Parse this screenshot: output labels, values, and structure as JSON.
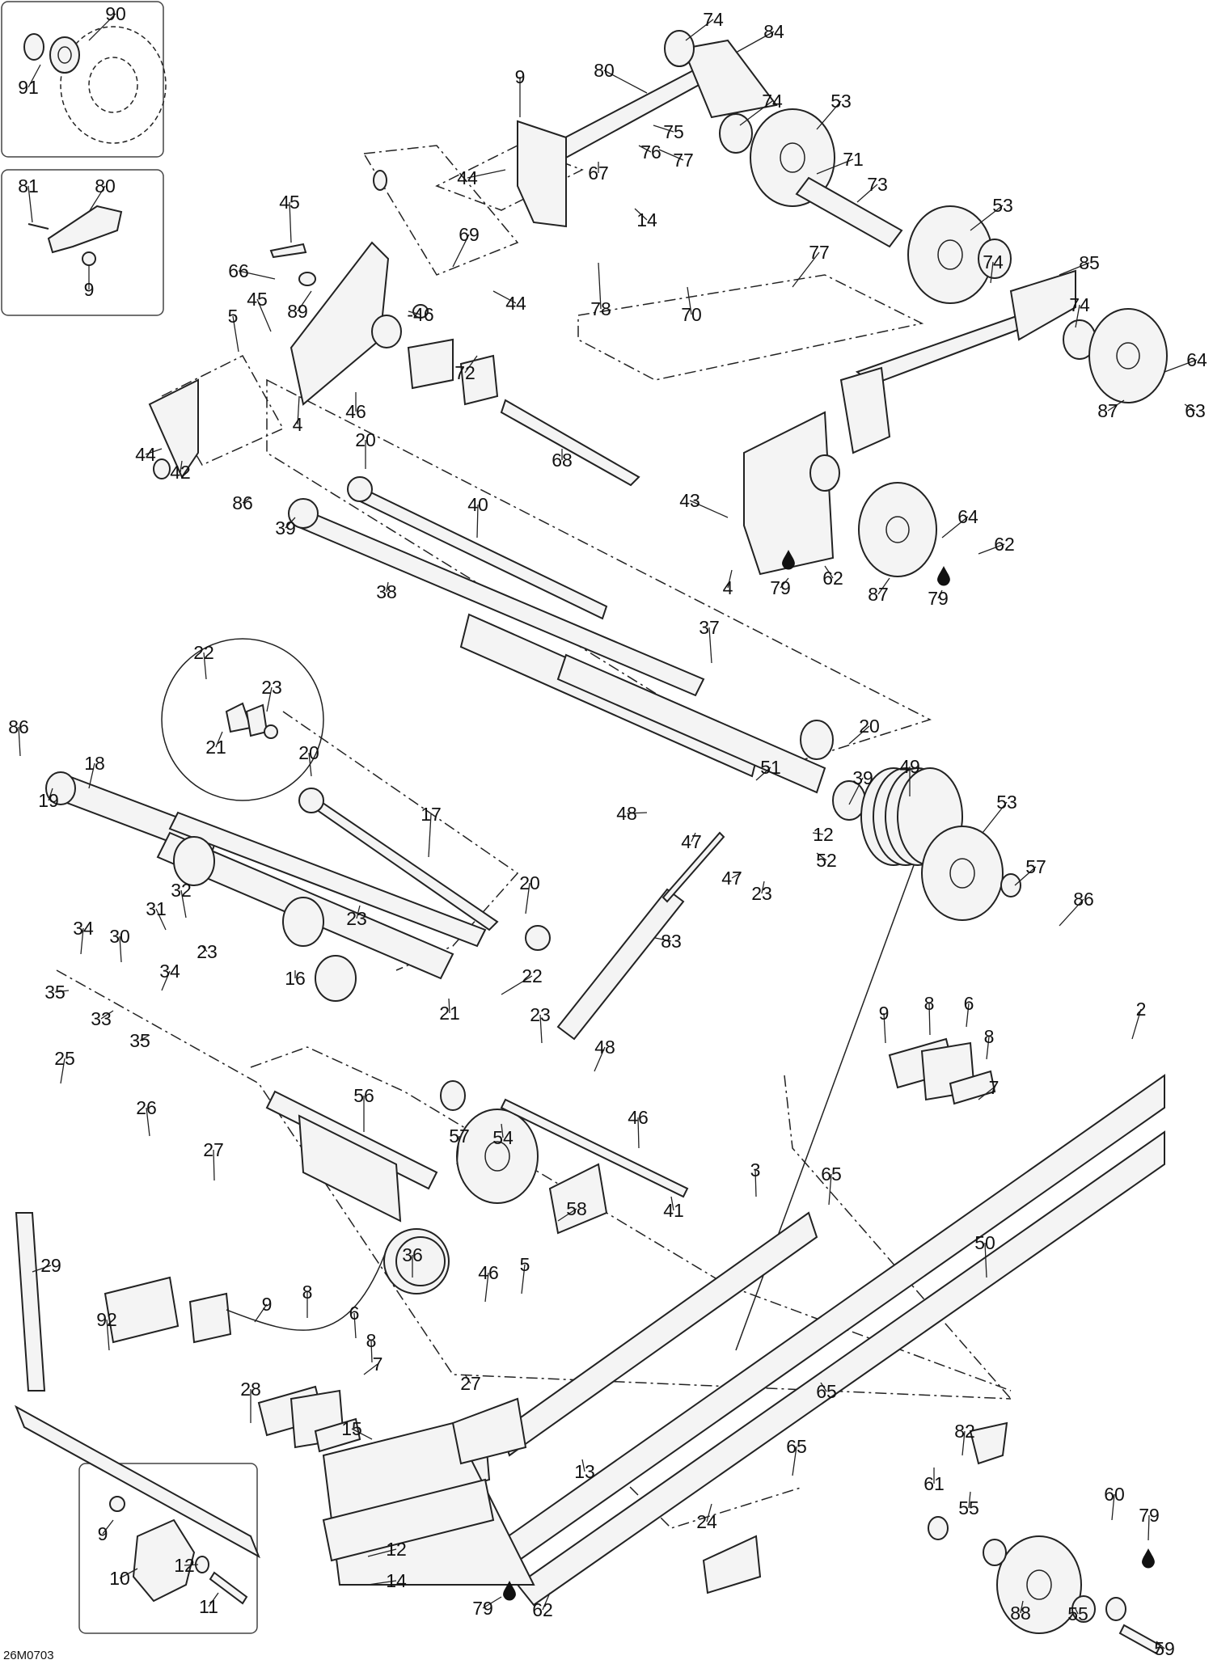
{
  "diagram_code": "26M0703",
  "callouts": [
    {
      "id": "c90",
      "text": "90"
    },
    {
      "id": "c91",
      "text": "91"
    },
    {
      "id": "c81",
      "text": "81"
    },
    {
      "id": "c80b",
      "text": "80"
    },
    {
      "id": "c9b",
      "text": "9"
    },
    {
      "id": "c74a",
      "text": "74"
    },
    {
      "id": "c84",
      "text": "84"
    },
    {
      "id": "c80",
      "text": "80"
    },
    {
      "id": "c9a",
      "text": "9"
    },
    {
      "id": "c74b",
      "text": "74"
    },
    {
      "id": "c53a",
      "text": "53"
    },
    {
      "id": "c75",
      "text": "75"
    },
    {
      "id": "c76",
      "text": "76"
    },
    {
      "id": "c77a",
      "text": "77"
    },
    {
      "id": "c71",
      "text": "71"
    },
    {
      "id": "c44a",
      "text": "44"
    },
    {
      "id": "c67",
      "text": "67"
    },
    {
      "id": "c14a",
      "text": "14"
    },
    {
      "id": "c73",
      "text": "73"
    },
    {
      "id": "c53b",
      "text": "53"
    },
    {
      "id": "c45a",
      "text": "45"
    },
    {
      "id": "c69",
      "text": "69"
    },
    {
      "id": "c77b",
      "text": "77"
    },
    {
      "id": "c74c",
      "text": "74"
    },
    {
      "id": "c85",
      "text": "85"
    },
    {
      "id": "c66",
      "text": "66"
    },
    {
      "id": "c89",
      "text": "89"
    },
    {
      "id": "c46a",
      "text": "-46"
    },
    {
      "id": "c44b",
      "text": "44"
    },
    {
      "id": "c78",
      "text": "78"
    },
    {
      "id": "c70",
      "text": "70"
    },
    {
      "id": "c45b",
      "text": "45"
    },
    {
      "id": "c5a",
      "text": "5"
    },
    {
      "id": "c74d",
      "text": "74"
    },
    {
      "id": "c64a",
      "text": "64"
    },
    {
      "id": "c4a",
      "text": "4"
    },
    {
      "id": "c46b",
      "text": "46"
    },
    {
      "id": "c72",
      "text": "72"
    },
    {
      "id": "c63",
      "text": "63"
    },
    {
      "id": "c87a",
      "text": "87"
    },
    {
      "id": "c44c",
      "text": "44"
    },
    {
      "id": "c42",
      "text": "42"
    },
    {
      "id": "c68",
      "text": "68"
    },
    {
      "id": "c20a",
      "text": "20"
    },
    {
      "id": "c40",
      "text": "40"
    },
    {
      "id": "c86a",
      "text": "86"
    },
    {
      "id": "c39a",
      "text": "39"
    },
    {
      "id": "c43",
      "text": "43"
    },
    {
      "id": "c64b",
      "text": "64"
    },
    {
      "id": "c62a",
      "text": "62"
    },
    {
      "id": "c38",
      "text": "38"
    },
    {
      "id": "c4b",
      "text": "4"
    },
    {
      "id": "c79a",
      "text": "79"
    },
    {
      "id": "c62b",
      "text": "62"
    },
    {
      "id": "c87b",
      "text": "87"
    },
    {
      "id": "c79b",
      "text": "79"
    },
    {
      "id": "c37",
      "text": "37"
    },
    {
      "id": "c22a",
      "text": "22"
    },
    {
      "id": "c23a",
      "text": "23"
    },
    {
      "id": "c21a",
      "text": "21"
    },
    {
      "id": "c86b",
      "text": "86"
    },
    {
      "id": "c20b",
      "text": "20"
    },
    {
      "id": "c18",
      "text": "18"
    },
    {
      "id": "c20c",
      "text": "20"
    },
    {
      "id": "c49",
      "text": "49"
    },
    {
      "id": "c51",
      "text": "51"
    },
    {
      "id": "c19",
      "text": "19"
    },
    {
      "id": "c39b",
      "text": "39"
    },
    {
      "id": "c17",
      "text": "17"
    },
    {
      "id": "c48a",
      "text": "48"
    },
    {
      "id": "c53c",
      "text": "53"
    },
    {
      "id": "c47a",
      "text": "47"
    },
    {
      "id": "c12a",
      "text": "12"
    },
    {
      "id": "c52",
      "text": "52"
    },
    {
      "id": "c47b",
      "text": "47"
    },
    {
      "id": "c23b",
      "text": "23"
    },
    {
      "id": "c57a",
      "text": "57"
    },
    {
      "id": "c32",
      "text": "32"
    },
    {
      "id": "c20d",
      "text": "20"
    },
    {
      "id": "c86c",
      "text": "86"
    },
    {
      "id": "c31",
      "text": "31"
    },
    {
      "id": "c34a",
      "text": "34"
    },
    {
      "id": "c30",
      "text": "30"
    },
    {
      "id": "c23c",
      "text": "23"
    },
    {
      "id": "c23d",
      "text": "23"
    },
    {
      "id": "c83",
      "text": "83"
    },
    {
      "id": "c16",
      "text": "16"
    },
    {
      "id": "c34b",
      "text": "34"
    },
    {
      "id": "c22b",
      "text": "22"
    },
    {
      "id": "c35a",
      "text": "35"
    },
    {
      "id": "c21b",
      "text": "21"
    },
    {
      "id": "c33",
      "text": "33"
    },
    {
      "id": "c35b",
      "text": "35"
    },
    {
      "id": "c9c",
      "text": "9"
    },
    {
      "id": "c8a",
      "text": "8"
    },
    {
      "id": "c6a",
      "text": "6"
    },
    {
      "id": "c2",
      "text": "2"
    },
    {
      "id": "c23e",
      "text": "23"
    },
    {
      "id": "c48b",
      "text": "48"
    },
    {
      "id": "c8b",
      "text": "8"
    },
    {
      "id": "c25",
      "text": "25"
    },
    {
      "id": "c56",
      "text": "56"
    },
    {
      "id": "c7a",
      "text": "7"
    },
    {
      "id": "c26",
      "text": "26"
    },
    {
      "id": "c57b",
      "text": "57"
    },
    {
      "id": "c54",
      "text": "54"
    },
    {
      "id": "c46c",
      "text": "46"
    },
    {
      "id": "c27a",
      "text": "27"
    },
    {
      "id": "c3",
      "text": "3"
    },
    {
      "id": "c65a",
      "text": "65"
    },
    {
      "id": "c41",
      "text": "41"
    },
    {
      "id": "c58",
      "text": "58"
    },
    {
      "id": "c29",
      "text": "29"
    },
    {
      "id": "c36",
      "text": "36"
    },
    {
      "id": "c46d",
      "text": "46"
    },
    {
      "id": "c5b",
      "text": "5"
    },
    {
      "id": "c9d",
      "text": "9"
    },
    {
      "id": "c8c",
      "text": "8"
    },
    {
      "id": "c50",
      "text": "50"
    },
    {
      "id": "c92",
      "text": "92"
    },
    {
      "id": "c6b",
      "text": "6"
    },
    {
      "id": "c8d",
      "text": "8"
    },
    {
      "id": "c7b",
      "text": "7"
    },
    {
      "id": "c27b",
      "text": "27"
    },
    {
      "id": "c65b",
      "text": "65"
    },
    {
      "id": "c28",
      "text": "28"
    },
    {
      "id": "c15",
      "text": "15"
    },
    {
      "id": "c82",
      "text": "82"
    },
    {
      "id": "c65c",
      "text": "65"
    },
    {
      "id": "c13",
      "text": "13"
    },
    {
      "id": "c61",
      "text": "61"
    },
    {
      "id": "c9e",
      "text": "9"
    },
    {
      "id": "c55a",
      "text": "55"
    },
    {
      "id": "c24",
      "text": "24"
    },
    {
      "id": "c60",
      "text": "60"
    },
    {
      "id": "c79c",
      "text": "79"
    },
    {
      "id": "c12b",
      "text": "12"
    },
    {
      "id": "c10",
      "text": "10"
    },
    {
      "id": "c12c",
      "text": "12"
    },
    {
      "id": "c14b",
      "text": "14"
    },
    {
      "id": "c11",
      "text": "11"
    },
    {
      "id": "c79d",
      "text": "79"
    },
    {
      "id": "c62c",
      "text": "62"
    },
    {
      "id": "c88",
      "text": "88"
    },
    {
      "id": "c55b",
      "text": "55"
    },
    {
      "id": "c59",
      "text": "59"
    }
  ]
}
